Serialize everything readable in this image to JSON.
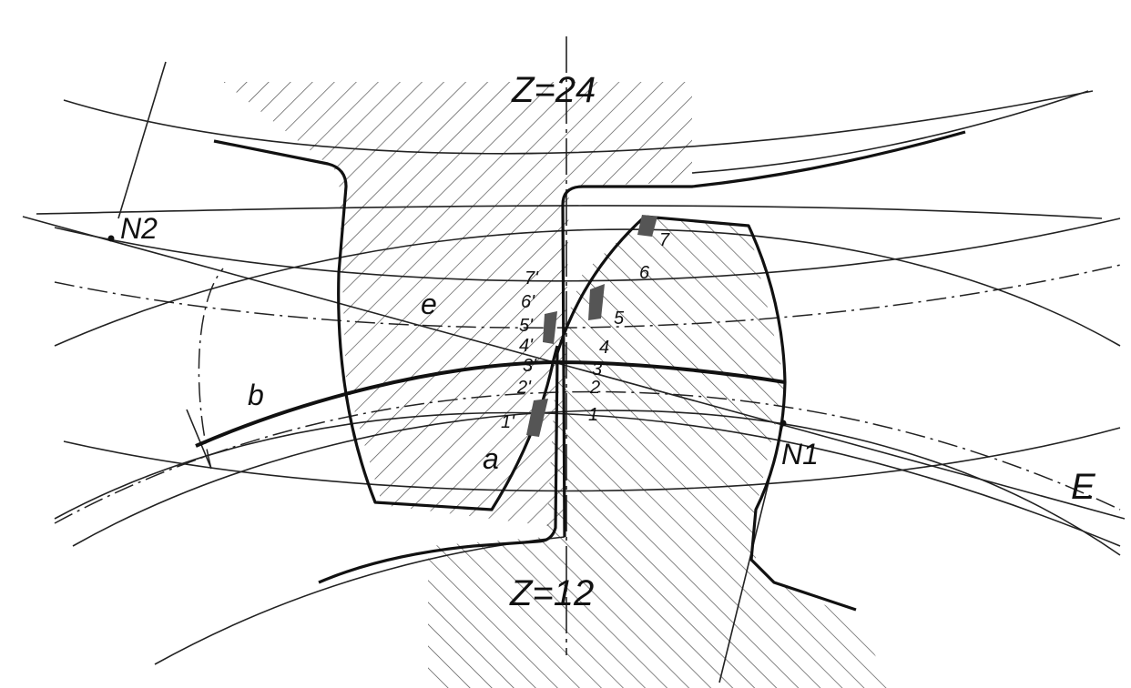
{
  "labels": {
    "z_top": "Z=24",
    "z_bottom": "Z=12",
    "n1": "N1",
    "n2": "N2",
    "e_upper": "E",
    "e_lower": "e",
    "b": "b",
    "a": "a",
    "right_flank": [
      "1",
      "2",
      "3",
      "4",
      "5",
      "6",
      "7"
    ],
    "left_flank": [
      "1'",
      "2'",
      "3'",
      "4'",
      "5'",
      "6'",
      "7'"
    ]
  }
}
